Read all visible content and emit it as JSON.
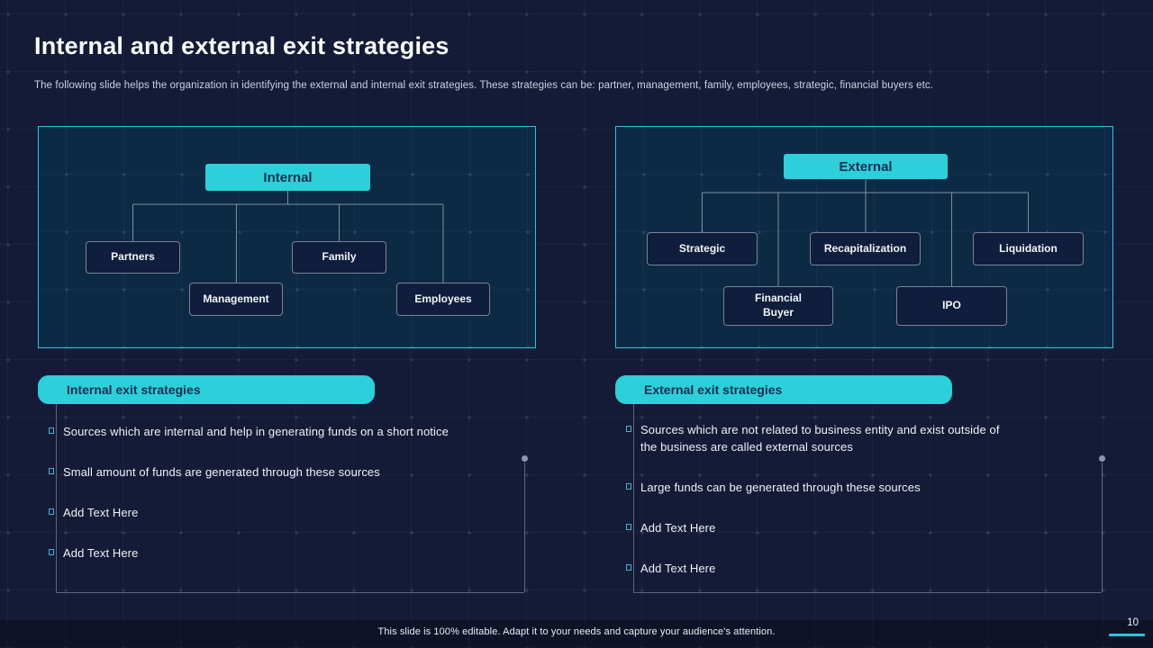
{
  "slide": {
    "title": "Internal and external exit strategies",
    "subtitle": "The following slide helps the organization in identifying the external and internal exit strategies. These strategies can be: partner, management, family, employees, strategic, financial buyers etc.",
    "footer": "This slide is 100% editable. Adapt it to your needs and capture your audience's attention.",
    "page_number": "10"
  },
  "colors": {
    "background": "#151b36",
    "panel_background": "#0d2a45",
    "accent_cyan": "#2bd0da",
    "panel_border": "#2fc2dc",
    "node_border": "#cdd5e2",
    "dark_text": "#123050"
  },
  "diagrams": {
    "internal": {
      "root": "Internal",
      "children": [
        "Partners",
        "Management",
        "Family",
        "Employees"
      ]
    },
    "external": {
      "root": "External",
      "children": [
        "Strategic",
        "Financial Buyer",
        "Recapitalization",
        "IPO",
        "Liquidation"
      ]
    }
  },
  "lists": {
    "internal": {
      "heading": "Internal exit strategies",
      "items": [
        "Sources which are internal and help in generating funds on a short notice",
        "Small amount of funds are generated through these sources",
        "Add Text Here",
        "Add Text Here"
      ]
    },
    "external": {
      "heading": "External exit strategies",
      "items": [
        "Sources which are not related to business entity and exist outside of the business are called external sources",
        "Large funds can be generated through these sources",
        "Add Text Here",
        "Add Text Here"
      ]
    }
  }
}
